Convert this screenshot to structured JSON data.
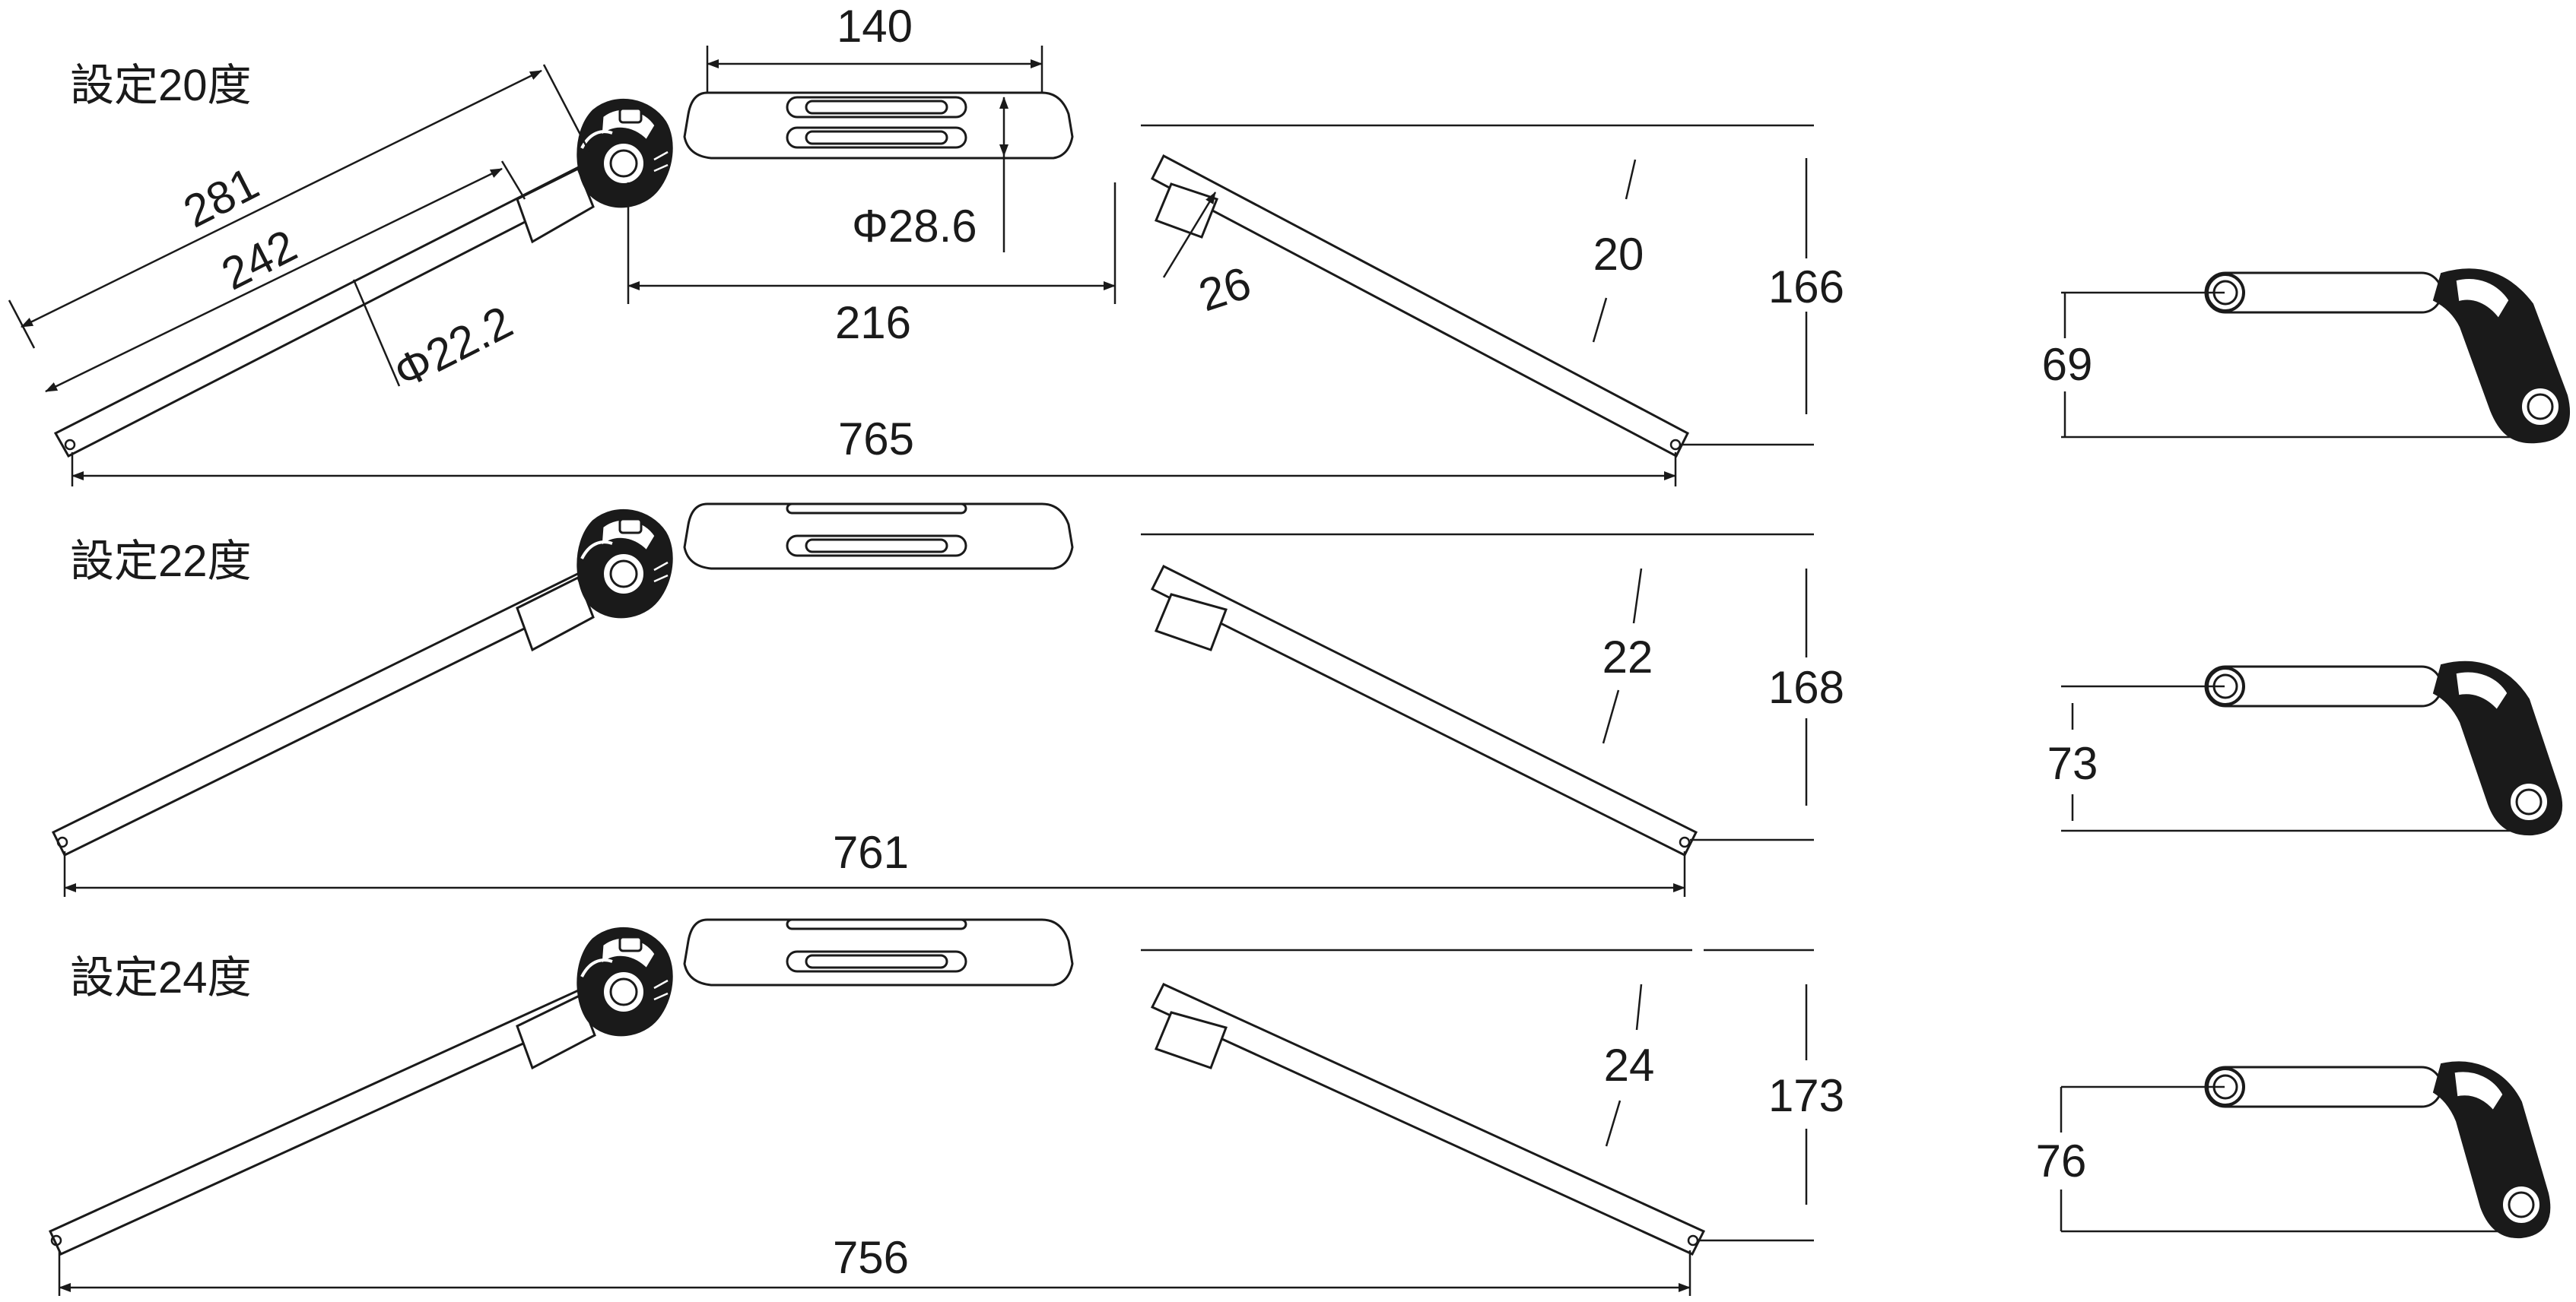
{
  "drawing": {
    "settings": [
      {
        "label": "設定20度",
        "angle": "20",
        "width": "765",
        "height": "166",
        "side_rise": "69",
        "clamp_width": "140",
        "center_dia": "Φ28.6",
        "knuckle_span": "216",
        "grip_dia": "Φ22.2",
        "length_outer": "281",
        "length_inner": "242",
        "sleeve": "26"
      },
      {
        "label": "設定22度",
        "angle": "22",
        "width": "761",
        "height": "168",
        "side_rise": "73"
      },
      {
        "label": "設定24度",
        "angle": "24",
        "width": "756",
        "height": "173",
        "side_rise": "76"
      }
    ]
  }
}
